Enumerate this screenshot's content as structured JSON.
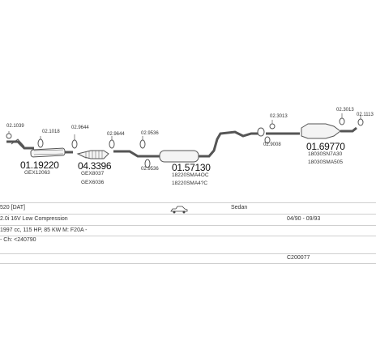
{
  "parts": {
    "p1": {
      "small": "02.1039",
      "big": "01.19220",
      "sub": "GEX12063"
    },
    "p2": {
      "small": "02.1018"
    },
    "p3": {
      "small": "02.9644",
      "big": "04.3396",
      "sub1": "GEX8037",
      "sub2": "GEX6036"
    },
    "p4": {
      "small": "02.9644"
    },
    "p5": {
      "small": "02.9536"
    },
    "p6": {
      "small": "02.9536"
    },
    "p7": {
      "big": "01.57130",
      "sub1": "18220SMA4OC",
      "sub2": "18220SMA4?C"
    },
    "p8": {
      "small": "02.3013"
    },
    "p9": {
      "small": "02.9008"
    },
    "p10": {
      "small": "02.3013"
    },
    "p11": {
      "small": "02.1113"
    },
    "p12": {
      "big": "01.69770",
      "sub1": "18030SN7A30",
      "sub2": "18030SMA505"
    }
  },
  "vehicle": {
    "model": "520 [DAT]",
    "body": "Sedan",
    "engine": "2.0i 16V Low Compression",
    "years": "04/90 - 09/93",
    "spec": "1997 cc, 115 HP, 85 KW M: F20A -",
    "chassis": "- Ch: <240790",
    "code": "C200077"
  },
  "icons": {
    "car": "car-sedan-icon"
  },
  "colors": {
    "line": "#cfcfcf",
    "part": "#555555",
    "text": "#222222"
  }
}
